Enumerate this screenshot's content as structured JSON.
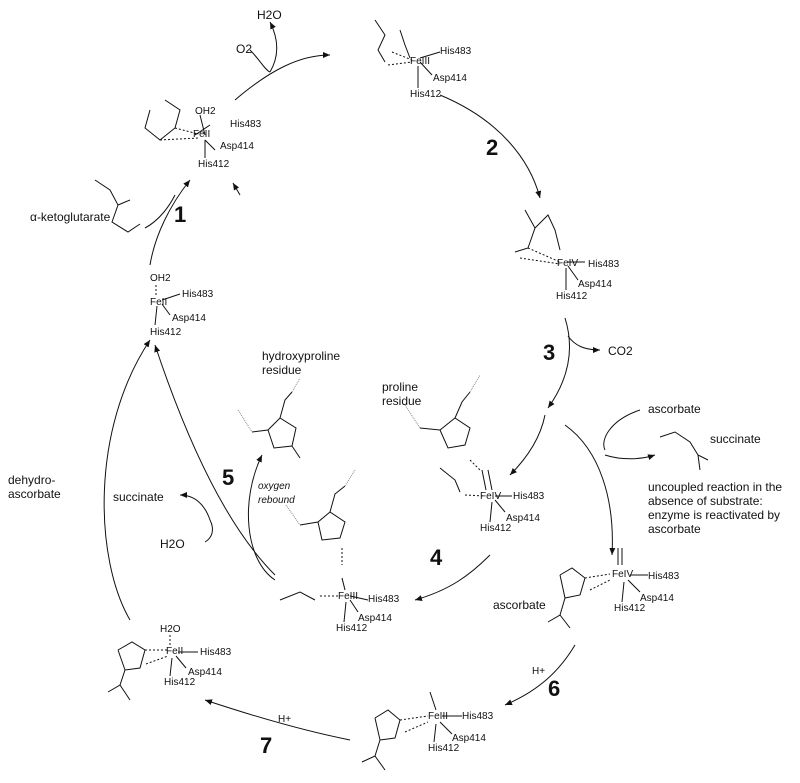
{
  "species": {
    "water_top": "H2O",
    "oxygen_top": "O2",
    "akg": "α-ketoglutarate",
    "co2": "CO2",
    "ascorbate_in": "ascorbate",
    "succinate_right": "succinate",
    "uncoupled_note": "uncoupled reaction in the absence of substrate: enzyme is reactivated by ascorbate",
    "proline": "proline residue",
    "hydroxyproline": "hydroxyproline residue",
    "oxygen_rebound": "oxygen rebound",
    "succinate_left": "succinate",
    "water_left": "H2O",
    "dehydroascorbate": "dehydro-ascorbate",
    "ascorbate_complex": "ascorbate",
    "proton6": "H+",
    "proton7": "H+"
  },
  "steps": [
    "1",
    "2",
    "3",
    "4",
    "5",
    "6",
    "7"
  ],
  "complexes": {
    "feII_top": {
      "metal": "FeII",
      "ligand_a": "His483",
      "ligand_b": "Asp414",
      "ligand_c": "His412",
      "water": "OH2"
    },
    "feIII_peroxo": {
      "metal": "FeIII",
      "ligand_a": "His483",
      "ligand_b": "Asp414",
      "ligand_c": "His412"
    },
    "feIV_cyclic": {
      "metal": "FeIV",
      "ligand_a": "His483",
      "ligand_b": "Asp414",
      "ligand_c": "His412"
    },
    "feII_rest": {
      "metal": "FeII",
      "ligand_a": "His483",
      "ligand_b": "Asp414",
      "ligand_c": "His412",
      "water": "OH2"
    },
    "feIV_oxo": {
      "metal": "FeIV",
      "ligand_a": "His483",
      "ligand_b": "Asp414",
      "ligand_c": "His412"
    },
    "feIII_oh": {
      "metal": "FeIII",
      "ligand_a": "His483",
      "ligand_b": "Asp414",
      "ligand_c": "His412"
    },
    "feIV_asc": {
      "metal": "FeIV",
      "ligand_a": "His483",
      "ligand_b": "Asp414",
      "ligand_c": "His412"
    },
    "feIII_asc": {
      "metal": "FeIII",
      "ligand_a": "His483",
      "ligand_b": "Asp414",
      "ligand_c": "His412"
    },
    "feII_dha": {
      "metal": "FeII",
      "ligand_a": "His483",
      "ligand_b": "Asp414",
      "ligand_c": "His412",
      "water": "H2O"
    }
  }
}
